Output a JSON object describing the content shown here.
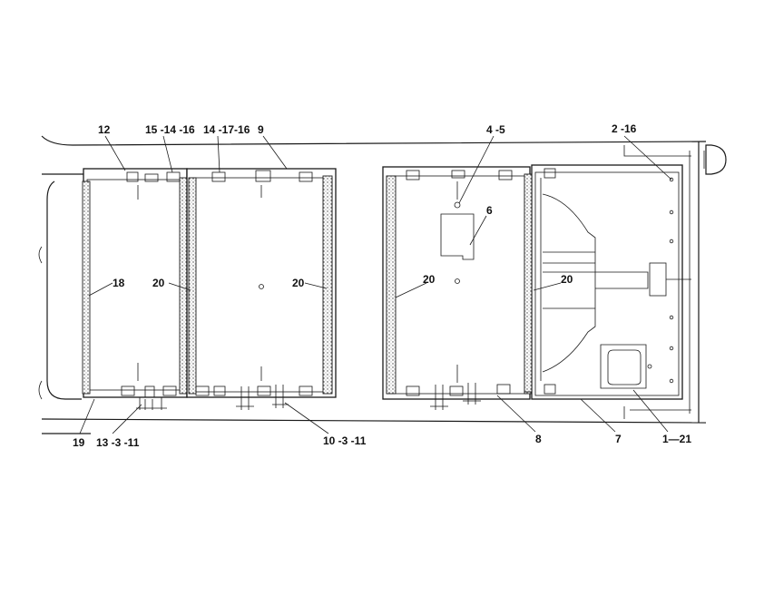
{
  "diagram": {
    "callouts": [
      {
        "id": "c12",
        "text": "12"
      },
      {
        "id": "c15",
        "text": "15 -14 -16"
      },
      {
        "id": "c14",
        "text": "14 -17-16"
      },
      {
        "id": "c9",
        "text": "9"
      },
      {
        "id": "c45",
        "text": "4 -5"
      },
      {
        "id": "c216",
        "text": "2 -16"
      },
      {
        "id": "c6",
        "text": "6"
      },
      {
        "id": "c18",
        "text": "18"
      },
      {
        "id": "c20a",
        "text": "20"
      },
      {
        "id": "c20b",
        "text": "20"
      },
      {
        "id": "c20c",
        "text": "20"
      },
      {
        "id": "c20d",
        "text": "20"
      },
      {
        "id": "c19",
        "text": "19"
      },
      {
        "id": "c13",
        "text": "13 -3 -11"
      },
      {
        "id": "c10",
        "text": "10 -3 -11"
      },
      {
        "id": "c8",
        "text": "8"
      },
      {
        "id": "c7",
        "text": "7"
      },
      {
        "id": "c121",
        "text": "1—21"
      }
    ]
  }
}
